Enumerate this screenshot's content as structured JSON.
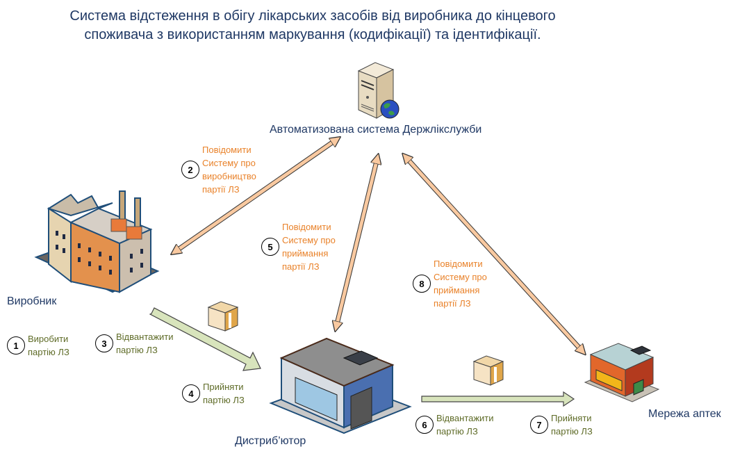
{
  "title": {
    "line1": "Система відстеження в обігу лікарських засобів від виробника до кінцевого",
    "line2": "споживача з використанням маркування (кодифікації) та ідентифікації."
  },
  "nodes": {
    "server": {
      "label": "Автоматизована система Держлікслужби",
      "icon": "server-globe-icon"
    },
    "manufacturer": {
      "label": "Виробник",
      "icon": "factory-icon"
    },
    "distributor": {
      "label": "Дистриб’ютор",
      "icon": "warehouse-icon"
    },
    "pharmacy": {
      "label": "Мережа аптек",
      "icon": "pharmacy-store-icon"
    }
  },
  "steps": [
    {
      "num": "1",
      "lines": [
        "Виробити",
        "партію ЛЗ"
      ],
      "kind": "action"
    },
    {
      "num": "2",
      "lines": [
        "Повідомити",
        "Систему про",
        "виробництво",
        "партії ЛЗ"
      ],
      "kind": "report"
    },
    {
      "num": "3",
      "lines": [
        "Відвантажити",
        "партію ЛЗ"
      ],
      "kind": "action"
    },
    {
      "num": "4",
      "lines": [
        "Прийняти",
        "партію ЛЗ"
      ],
      "kind": "action"
    },
    {
      "num": "5",
      "lines": [
        "Повідомити",
        "Систему про",
        "приймання",
        "партії ЛЗ"
      ],
      "kind": "report"
    },
    {
      "num": "6",
      "lines": [
        "Відвантажити",
        "партію ЛЗ"
      ],
      "kind": "action"
    },
    {
      "num": "7",
      "lines": [
        "Прийняти",
        "партію ЛЗ"
      ],
      "kind": "action"
    },
    {
      "num": "8",
      "lines": [
        "Повідомити",
        "Систему про",
        "приймання",
        "партії ЛЗ"
      ],
      "kind": "report"
    }
  ],
  "colors": {
    "title": "#1f3864",
    "report_text": "#e9822a",
    "action_text": "#5e6b27",
    "report_arrow_fill": "#f9c9a0",
    "shipment_arrow_fill": "#d8e4bc"
  }
}
